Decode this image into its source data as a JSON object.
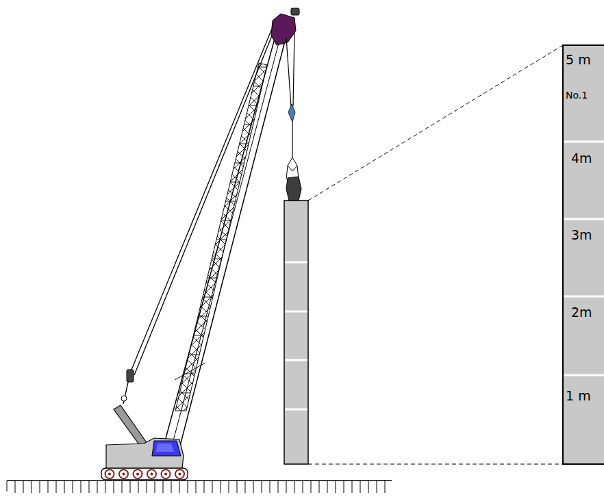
{
  "diagram": {
    "labels": [
      "5 m",
      "No.1",
      "4m",
      "3m",
      "2m",
      "1 m"
    ]
  }
}
